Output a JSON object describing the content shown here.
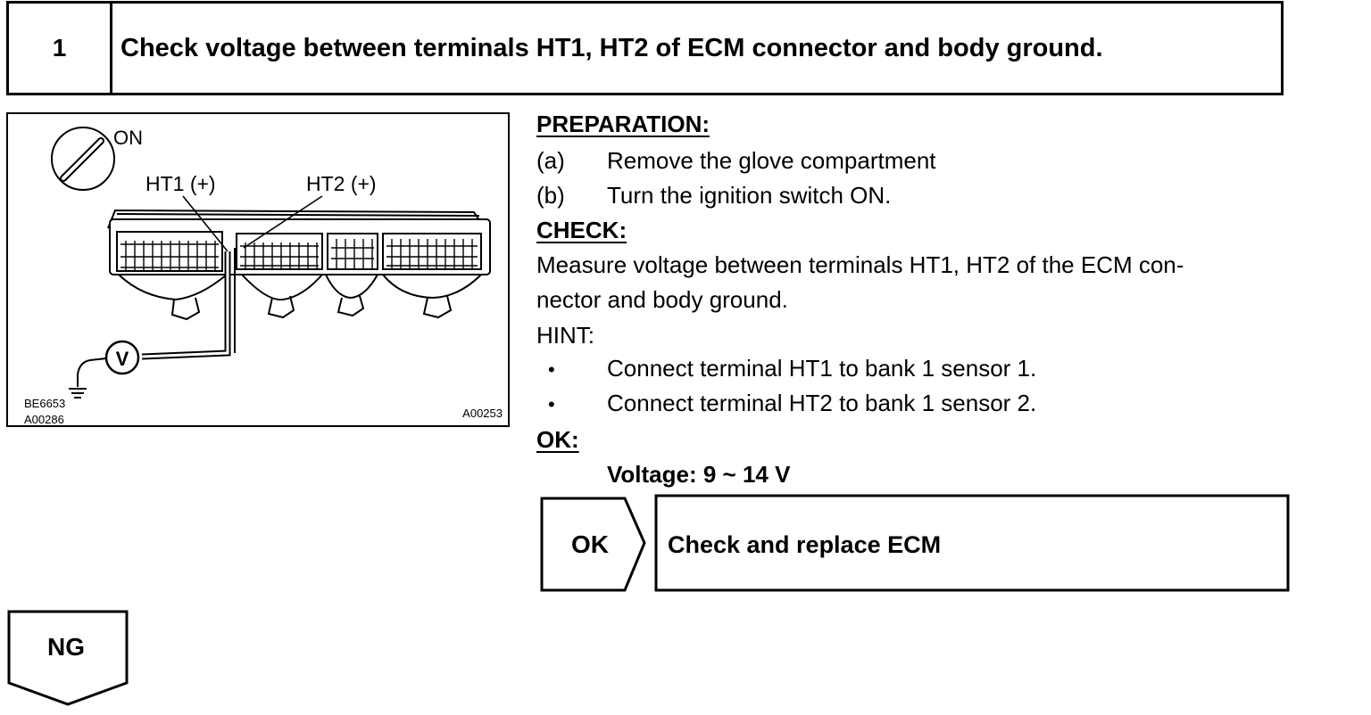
{
  "step": {
    "number": "1",
    "title": "Check voltage between terminals HT1, HT2 of ECM connector and body ground."
  },
  "figure": {
    "switch_label": "ON",
    "probe_ht1": "HT1 (+)",
    "probe_ht2": "HT2 (+)",
    "meter_symbol": "V",
    "ref_code_1": "BE6653",
    "ref_code_2": "A00286",
    "ref_code_3": "A00253"
  },
  "preparation": {
    "heading": "PREPARATION:",
    "items": [
      {
        "marker": "(a)",
        "text": "Remove the glove compartment"
      },
      {
        "marker": "(b)",
        "text": "Turn the ignition switch ON."
      }
    ]
  },
  "check": {
    "heading": "CHECK:",
    "line1": "Measure voltage between terminals HT1, HT2 of the ECM con-",
    "line2": "nector and body ground."
  },
  "hint": {
    "heading": "HINT:",
    "items": [
      {
        "marker": "•",
        "text": "Connect terminal HT1 to bank 1 sensor 1."
      },
      {
        "marker": "•",
        "text": "Connect terminal HT2 to bank 1 sensor 2."
      }
    ]
  },
  "ok": {
    "heading": "OK:",
    "spec": "Voltage: 9 ~ 14 V"
  },
  "ok_branch": {
    "label": "OK",
    "action": "Check and replace ECM"
  },
  "ng_branch": {
    "label": "NG"
  }
}
